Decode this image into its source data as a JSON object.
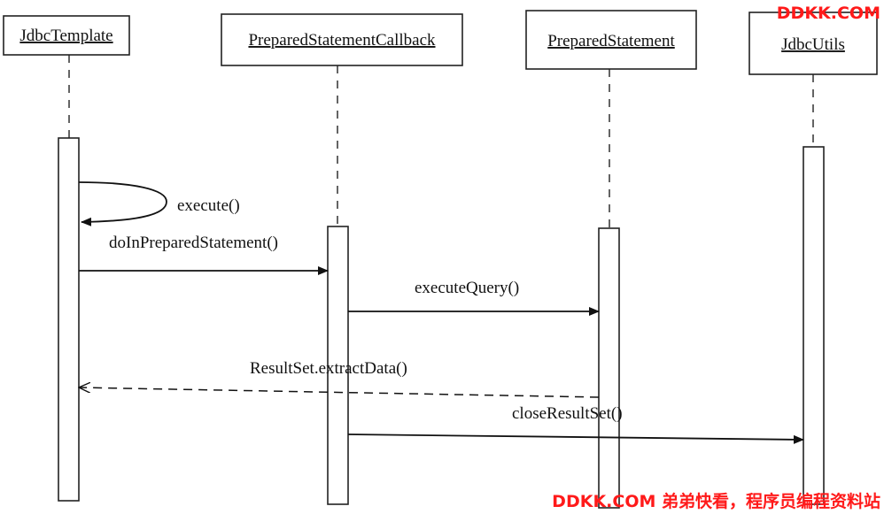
{
  "lifelines": [
    {
      "id": "jdbc-template",
      "name": "JdbcTemplate"
    },
    {
      "id": "prepared-statement-callback",
      "name": "PreparedStatementCallback"
    },
    {
      "id": "prepared-statement",
      "name": "PreparedStatement"
    },
    {
      "id": "jdbc-utils",
      "name": "JdbcUtils"
    }
  ],
  "messages": [
    {
      "id": "execute",
      "label": "execute()",
      "from": "JdbcTemplate",
      "to": "JdbcTemplate",
      "style": "self"
    },
    {
      "id": "do-in-prepared-statement",
      "label": "doInPreparedStatement()",
      "from": "JdbcTemplate",
      "to": "PreparedStatementCallback",
      "style": "solid"
    },
    {
      "id": "execute-query",
      "label": "executeQuery()",
      "from": "PreparedStatementCallback",
      "to": "PreparedStatement",
      "style": "solid"
    },
    {
      "id": "result-set-extract-data",
      "label": "ResultSet.extractData()",
      "from": "PreparedStatement",
      "to": "JdbcTemplate",
      "style": "dashed"
    },
    {
      "id": "close-result-set",
      "label": "closeResultSet()",
      "from": "PreparedStatementCallback",
      "to": "JdbcUtils",
      "style": "solid"
    }
  ],
  "watermark": {
    "top": "DDKK.COM",
    "bottom": "DDKK.COM 弟弟快看，程序员编程资料站"
  }
}
